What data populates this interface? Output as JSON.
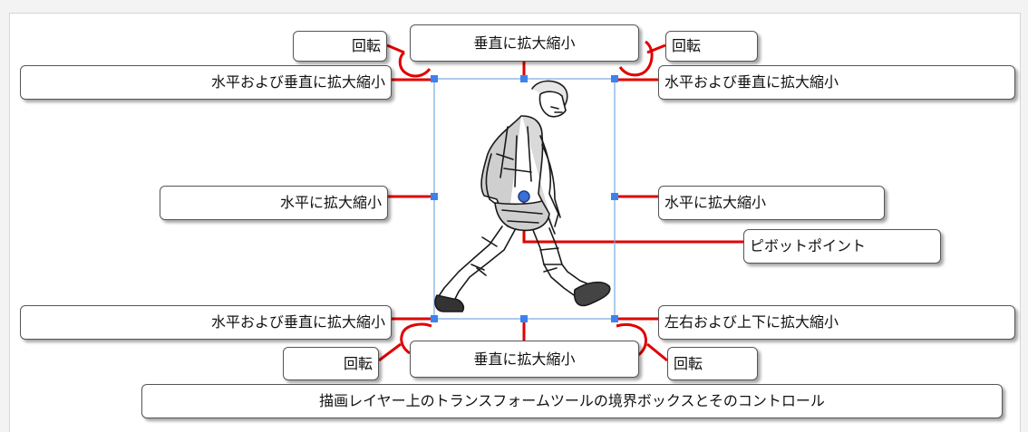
{
  "labels": {
    "rotate_tl": "回転",
    "scale_v_top": "垂直に拡大縮小",
    "rotate_tr": "回転",
    "scale_hv_tl": "水平および垂直に拡大縮小",
    "scale_hv_tr": "水平および垂直に拡大縮小",
    "scale_h_left": "水平に拡大縮小",
    "scale_h_right": "水平に拡大縮小",
    "pivot": "ピボットポイント",
    "scale_hv_bl": "水平および垂直に拡大縮小",
    "scale_lr_br": "左右および上下に拡大縮小",
    "rotate_bl": "回転",
    "scale_v_bottom": "垂直に拡大縮小",
    "rotate_br": "回転",
    "caption": "描画レイヤー上のトランスフォームツールの境界ボックスとそのコントロール"
  },
  "colors": {
    "leader": "#e00000",
    "bounding_box": "#7aa7e0",
    "handle": "#3b82f0",
    "pivot": "#3a6fd8",
    "callout_border": "#555555"
  },
  "icons": {
    "figure": "walking-character-drawing",
    "pivot": "pivot-point-icon"
  }
}
